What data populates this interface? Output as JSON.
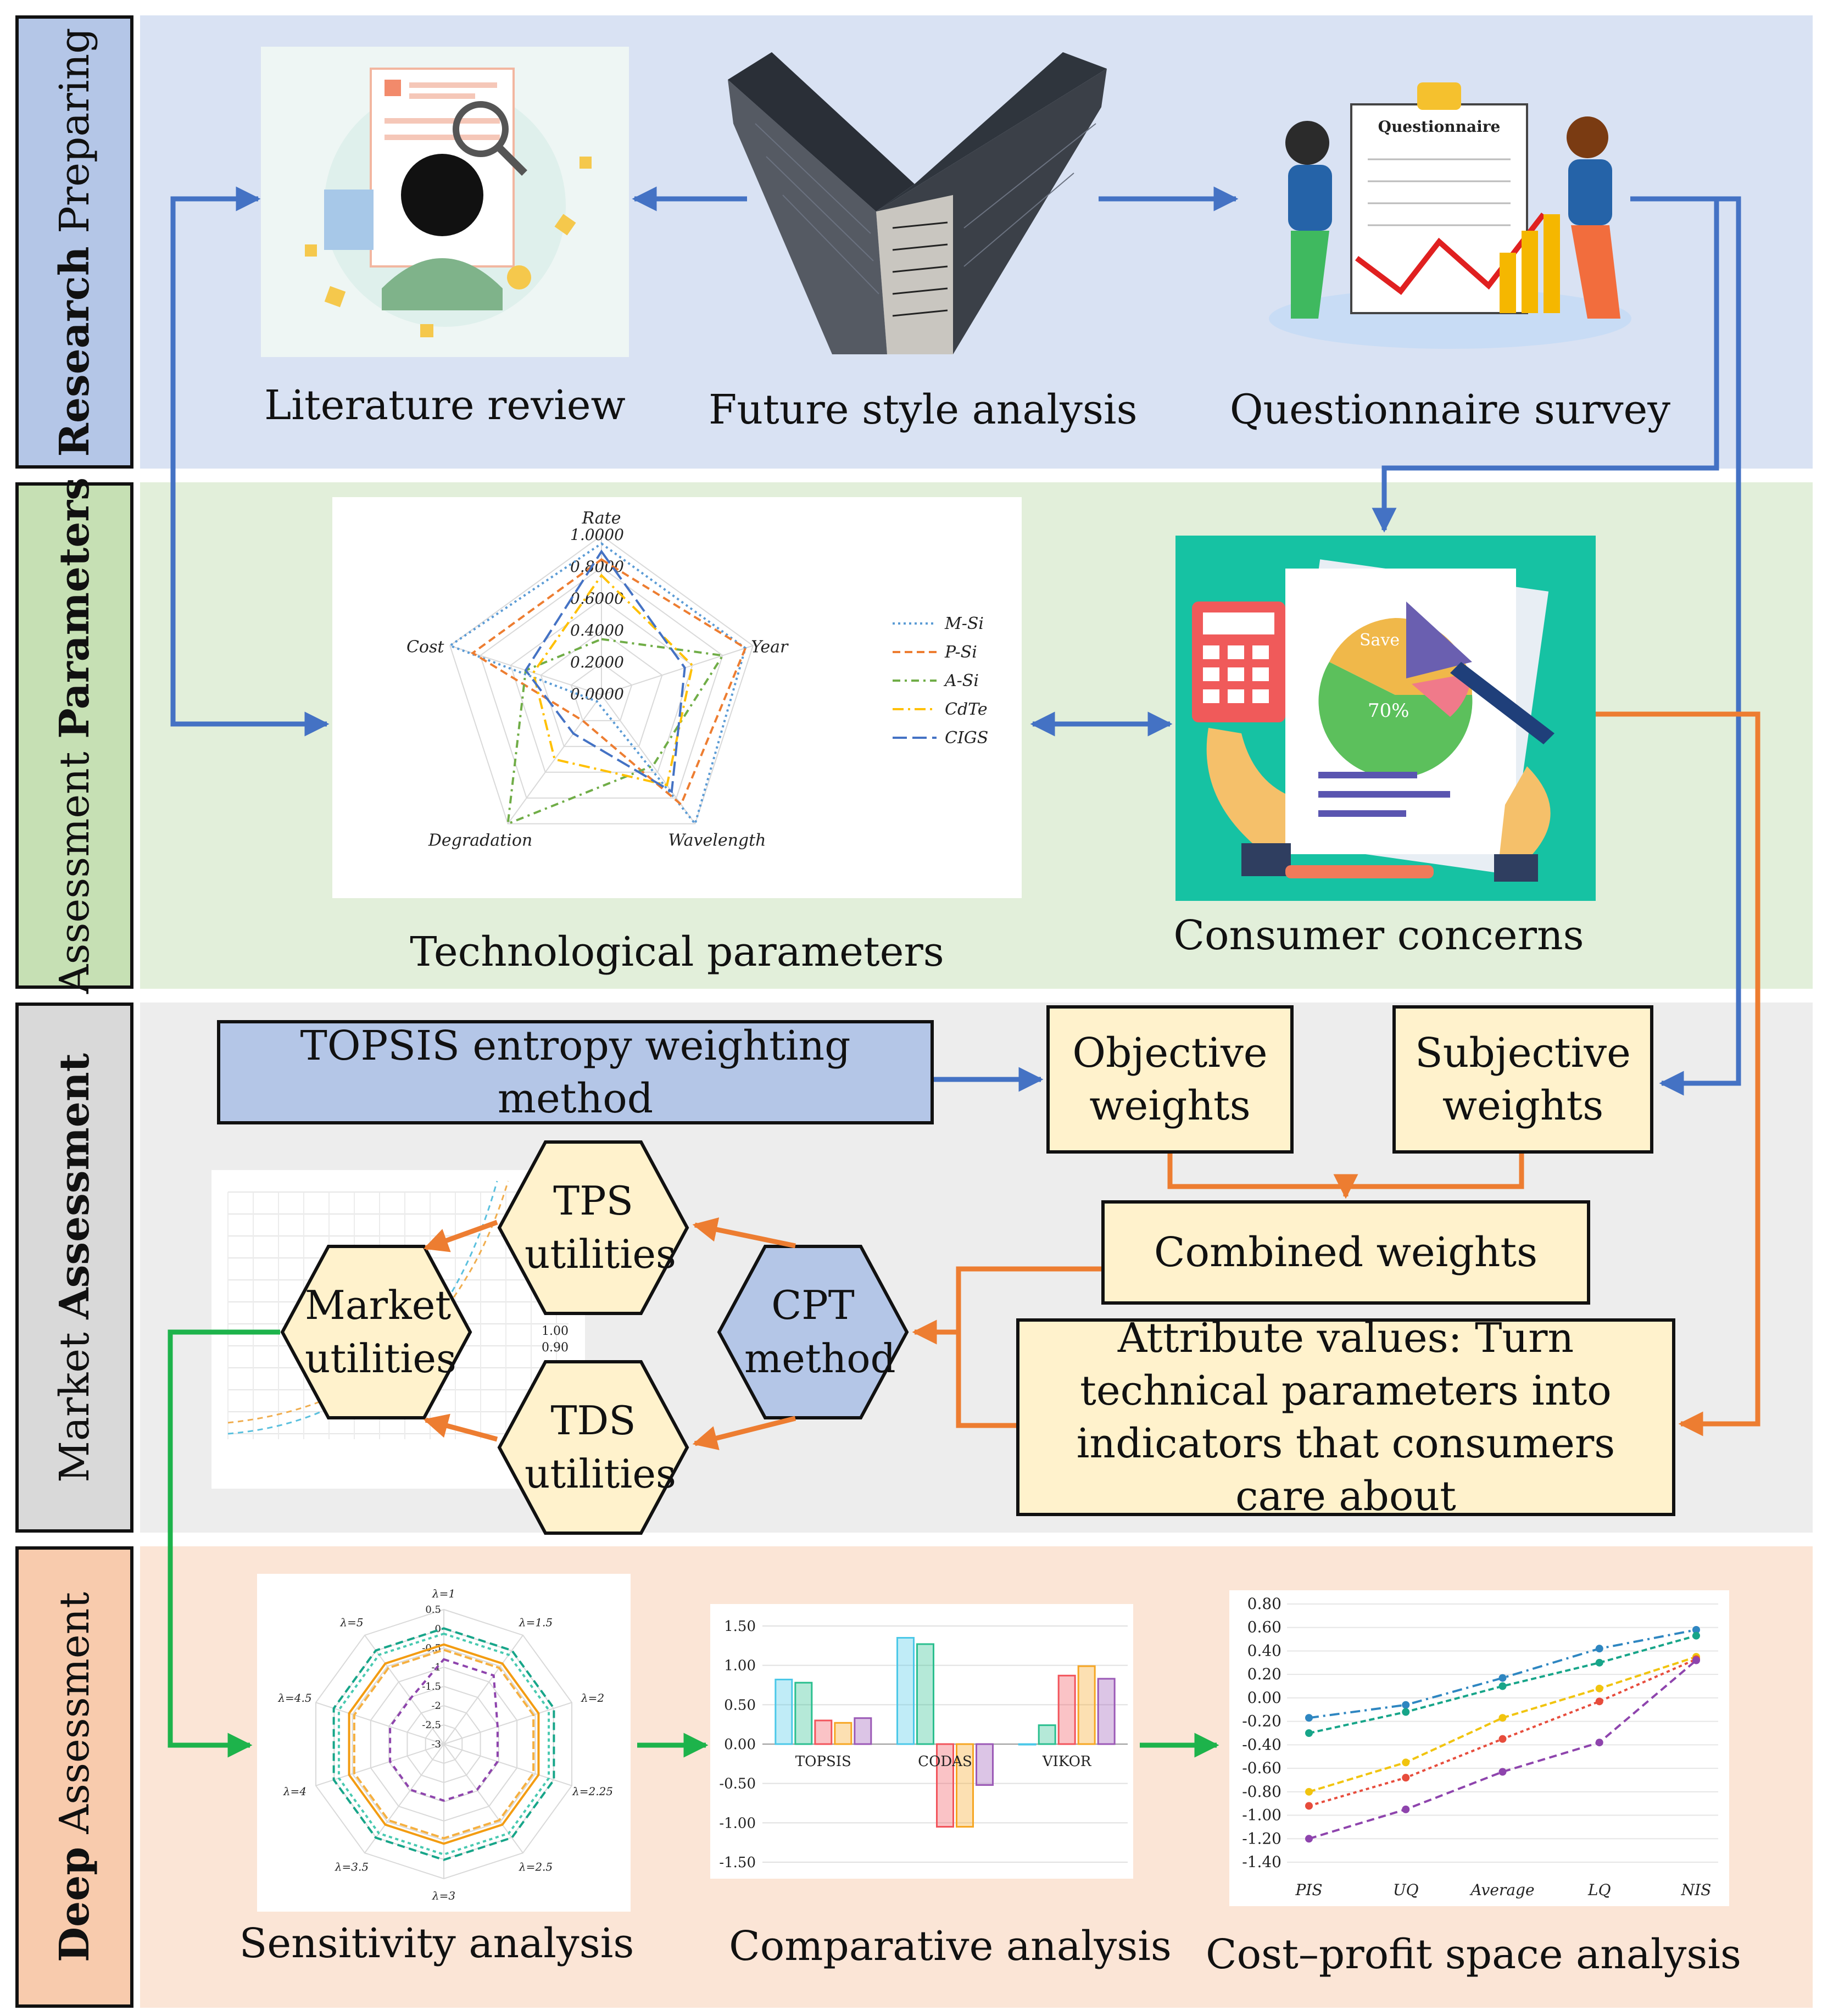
{
  "sections": [
    {
      "label_bold": "Research",
      "label_normal": "Preparing",
      "color": "#d9e2f3",
      "tab": "#b4c6e7"
    },
    {
      "label_bold": "Parameters",
      "label_normal": "Assessment",
      "color": "#e2efda",
      "tab": "#c6e0b4"
    },
    {
      "label_bold": "Assessment",
      "label_normal": "Market",
      "color": "#ededed",
      "tab": "#d9d9d9"
    },
    {
      "label_bold": "Deep",
      "label_normal": "Assessment",
      "color": "#fbe5d6",
      "tab": "#f8cbad"
    }
  ],
  "research": {
    "literature_review": "Literature review",
    "future_style": "Future style analysis",
    "questionnaire_survey": "Questionnaire survey",
    "questionnaire_title": "Questionnaire"
  },
  "parameters": {
    "technological": "Technological parameters",
    "consumer": "Consumer concerns",
    "radar": {
      "axes": [
        "Rate",
        "Year",
        "Wavelength",
        "Degradation",
        "Cost"
      ],
      "ticks": [
        "1.0000",
        "0.8000",
        "0.6000",
        "0.4000",
        "0.2000",
        "0.0000"
      ],
      "legend": [
        "M-Si",
        "P-Si",
        "A-Si",
        "CdTe",
        "CIGS"
      ],
      "series_colors": [
        "#5b9bd5",
        "#ed7d31",
        "#70ad47",
        "#ffc000",
        "#4472c4"
      ]
    },
    "pie_labels": [
      "Save",
      "70%"
    ]
  },
  "market": {
    "topsis": "TOPSIS entropy weighting method",
    "objective_weights": "Objective weights",
    "subjective_weights": "Subjective weights",
    "combined_weights": "Combined weights",
    "attribute_values": "Attribute values: Turn technical parameters into indicators that consumers care about",
    "tps": "TPS utilities",
    "tds": "TDS utilities",
    "market_utilities": "Market utilities",
    "cpt": "CPT method",
    "bg_ticks": [
      "1.00",
      "0.90"
    ]
  },
  "deep": {
    "sensitivity": "Sensitivity analysis",
    "comparative": "Comparative analysis",
    "cost_profit": "Cost–profit space analysis",
    "sens_axes": [
      "λ=1",
      "λ=1.5",
      "λ=2",
      "λ=2.25",
      "λ=2.5",
      "λ=3",
      "λ=3.5",
      "λ=4",
      "λ=4.5",
      "λ=5"
    ],
    "sens_ticks": [
      "0.5",
      "0",
      "-0.5",
      "-1",
      "-1.5",
      "-2",
      "-2.5",
      "-3"
    ],
    "bar_chart": {
      "categories": [
        "TOPSIS",
        "CODAS",
        "VIKOR"
      ],
      "yticks": [
        "1.50",
        "1.00",
        "0.50",
        "0.00",
        "-0.50",
        "-1.00",
        "-1.50"
      ],
      "colors": [
        "#4bc8e8",
        "#2bbf8f",
        "#f2545b",
        "#f6a623",
        "#9b59b6"
      ],
      "values": [
        [
          0.82,
          0.78,
          0.3,
          0.27,
          0.33
        ],
        [
          1.35,
          1.27,
          -1.05,
          -1.05,
          -0.52
        ],
        [
          0.0,
          0.24,
          0.87,
          0.99,
          0.83
        ]
      ]
    },
    "line_chart": {
      "x": [
        "PIS",
        "UQ",
        "Average",
        "LQ",
        "NIS"
      ],
      "yticks": [
        "0.80",
        "0.60",
        "0.40",
        "0.20",
        "0.00",
        "-0.20",
        "-0.40",
        "-0.60",
        "-0.80",
        "-1.00",
        "-1.20",
        "-1.40"
      ],
      "colors": [
        "#2e86c1",
        "#17a589",
        "#f1c40f",
        "#e74c3c",
        "#8e44ad"
      ],
      "series": [
        [
          -0.17,
          -0.06,
          0.17,
          0.42,
          0.58
        ],
        [
          -0.3,
          -0.12,
          0.1,
          0.3,
          0.53
        ],
        [
          -0.8,
          -0.55,
          -0.17,
          0.08,
          0.35
        ],
        [
          -0.92,
          -0.68,
          -0.35,
          -0.03,
          0.33
        ],
        [
          -1.2,
          -0.95,
          -0.63,
          -0.38,
          0.32
        ]
      ]
    }
  }
}
